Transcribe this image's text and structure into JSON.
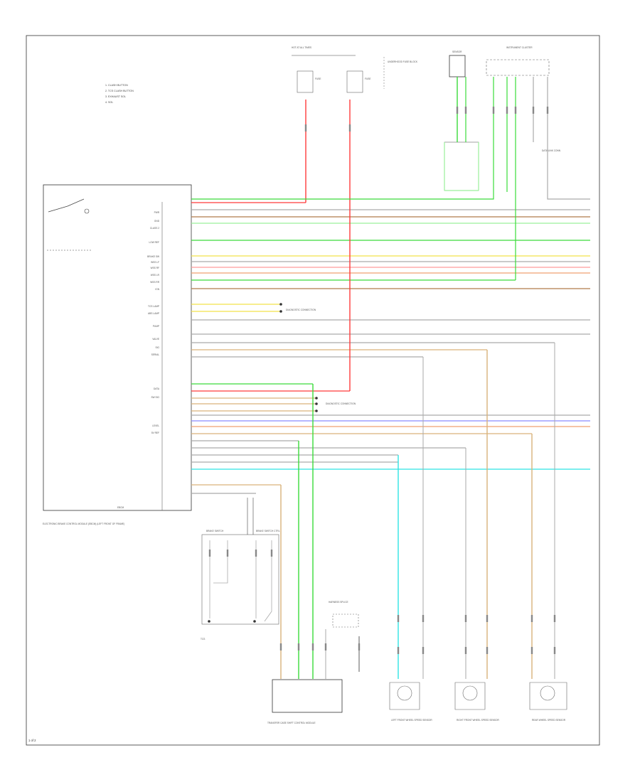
{
  "notes": [
    "1. CLASH BUTTON",
    "2. TCS CLASH BUTTON",
    "3. EXHAUST SOL",
    "4. SOL"
  ],
  "modules": {
    "ebcm_label": "ELECTRONIC BRAKE CONTROL MODULE (EBCM) (LEFT FRONT OF FRAME)",
    "ebcm_tag": "EBCM",
    "fuse_left": "FUSE",
    "fuse_right": "FUSE",
    "hot_label": "HOT AT ALL TIMES",
    "underhood_label": "UNDERHOOD FUSE BLOCK",
    "sensor_top": "SENSOR",
    "cluster_label": "INSTRUMENT CLUSTER",
    "data_link": "DATA LINK CONN",
    "brake_sw": "BRAKE SWITCH",
    "brake_sw_ctrl": "BRAKE SWITCH CTRL",
    "ptc_label": "TCS",
    "spl_upper": "DIAGNOSTIC CONNECTION",
    "spl_lower": "DIAGNOSTIC CONNECTION",
    "transfer_label": "TRANSFER CASE SHIFT CONTROL MODULE",
    "lf_label": "LEFT FRONT WHEEL SPEED SENSOR",
    "rf_label": "RIGHT FRONT WHEEL SPEED SENSOR",
    "rr_label": "REAR WHEEL SPEED SENSOR",
    "harness_label": "HARNESS SPLICE",
    "page_id": "1 of 2"
  },
  "pin_labels": [
    "PWR",
    "GND",
    "CLASS 2",
    "LOW REF",
    "BRAKE SW",
    "WSS LF",
    "WSS RF",
    "WSS LR",
    "WSS RR",
    "IGN",
    "TCS LAMP",
    "ABS LAMP",
    "PUMP",
    "VALVE",
    "SIG",
    "SERIAL",
    "DATA",
    "SW SIG",
    "LEVEL",
    "5V REF"
  ],
  "wire_colors": {
    "red": "#ff3b3b",
    "pink": "#ff9a9a",
    "orange": "#f0a070",
    "tan": "#d9b27a",
    "green": "#3adb3a",
    "lightgreen": "#9af09a",
    "yellow": "#f2e24a",
    "gray": "#aaaaaa",
    "blue": "#8a8aff",
    "cyan": "#2fe3e3",
    "brown": "#b07a4a",
    "black": "#333333"
  }
}
